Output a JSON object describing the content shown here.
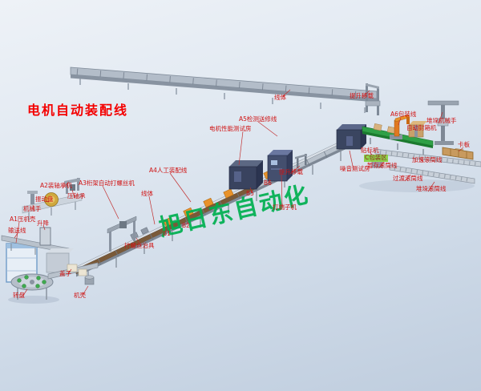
{
  "title": "电机自动装配线",
  "watermark": "旭日东自动化",
  "colors": {
    "title": "#f40000",
    "label": "#d01212",
    "watermark": "#00b050",
    "highlight_bg": "#8bd34a",
    "belt_brown": "#7a5a39",
    "belt_green": "#2fa046"
  },
  "stations": {
    "a1": "A1压机壳",
    "a2": "A2装轴承机",
    "a3": "A3桁架自动打螺丝机",
    "a4": "A4人工装配线",
    "a5": "A5检测送修线",
    "a6": "A6包装线"
  },
  "labels": {
    "line_body_top": "线体",
    "line_body_mid": "线体",
    "motor_test_room": "电机性能测试房",
    "noise_test_room": "噪音测试房",
    "lift_transfer_top": "提升移载",
    "lift_transfer_mid": "提升移载",
    "stacking_robot": "堆垛机械手",
    "auto_carton_sealer": "自动封箱机",
    "pallet": "卡板",
    "labeling_machine": "贴标机",
    "c_packing_area": "C包装区",
    "buffer_roller_line": "暂存滚筒线",
    "accel_roller_line": "加速滚筒线",
    "transition_roller_line": "过渡滚筒线",
    "stacking_roller_line": "堆垛滚筒线",
    "terminal_machine": "打端子机",
    "b1": "B1",
    "b2": "B2",
    "b5": "B5",
    "b6": "B6",
    "screw_fixture": "拧螺丝治具",
    "press_bearing": "压轴承",
    "vibration_plate": "振动盘",
    "robot_hand": "机械手",
    "lift": "升降",
    "conveyor_line": "输送线",
    "cover": "盖子",
    "turntable": "转盘",
    "motor_housing": "机壳"
  }
}
